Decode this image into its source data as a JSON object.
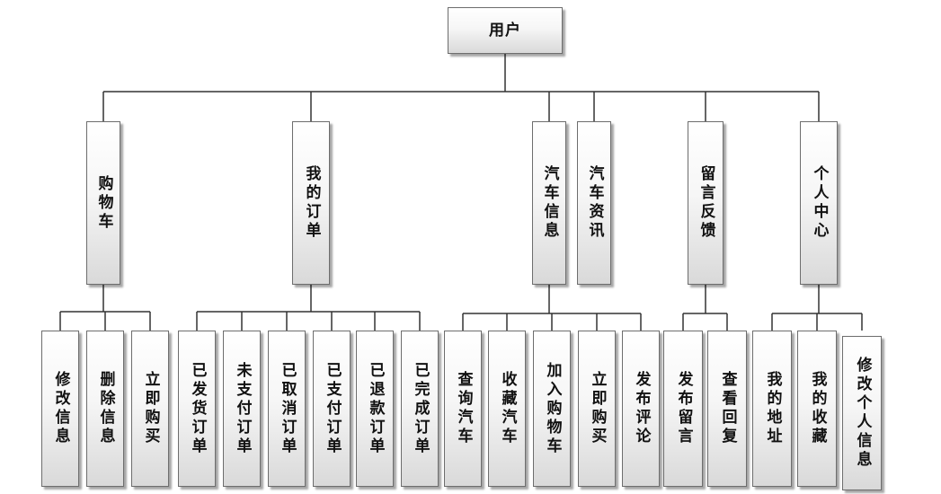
{
  "root": {
    "label": "用户"
  },
  "categories": [
    {
      "id": "cart",
      "label": "购物车",
      "children": [
        "修改信息",
        "删除信息",
        "立即购买"
      ]
    },
    {
      "id": "orders",
      "label": "我的订单",
      "children": [
        "已发货订单",
        "未支付订单",
        "已取消订单",
        "已支付订单",
        "已退款订单",
        "已完成订单"
      ]
    },
    {
      "id": "car-info",
      "label": "汽车信息",
      "children": [
        "查询汽车",
        "收藏汽车",
        "加入购物车",
        "立即购买",
        "发布评论"
      ]
    },
    {
      "id": "car-news",
      "label": "汽车资讯",
      "children": []
    },
    {
      "id": "feedback",
      "label": "留言反馈",
      "children": [
        "发布留言",
        "查看回复"
      ]
    },
    {
      "id": "personal",
      "label": "个人中心",
      "children": [
        "我的地址",
        "我的收藏",
        "修改个人信息"
      ]
    }
  ]
}
